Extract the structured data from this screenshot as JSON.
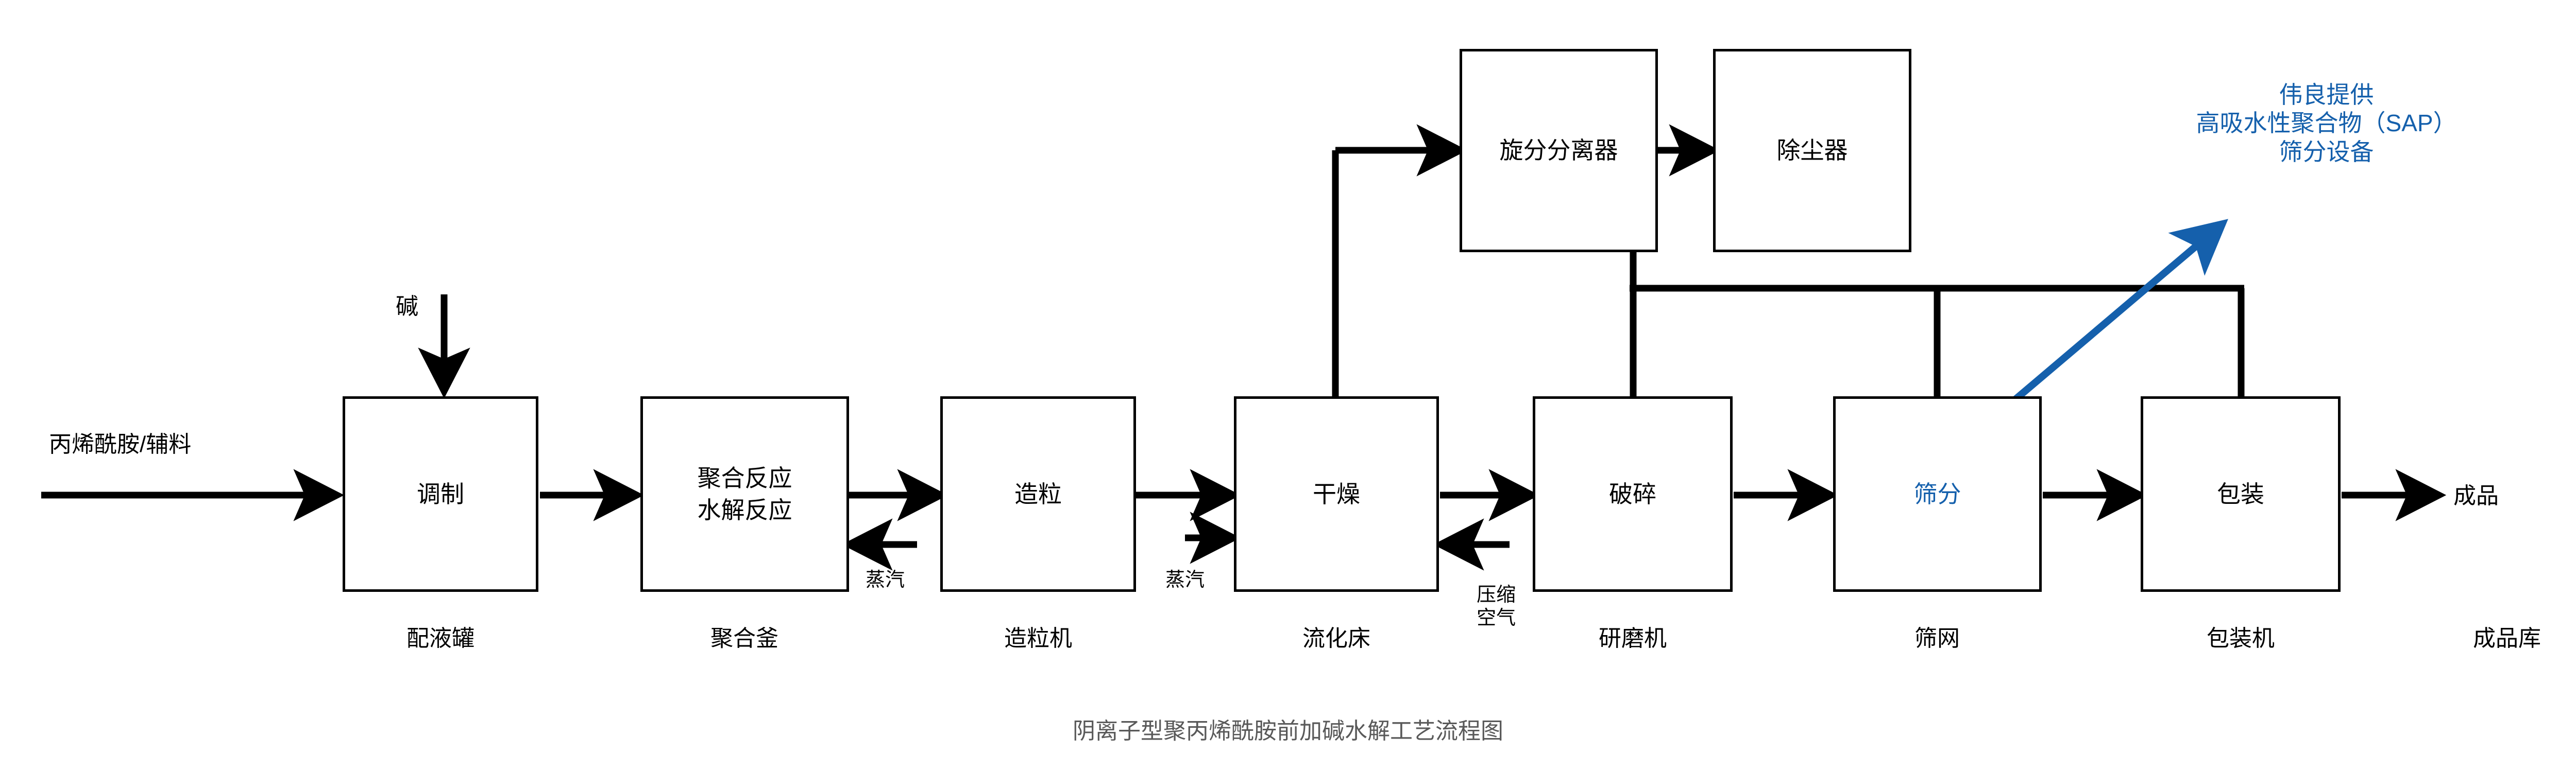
{
  "diagram": {
    "caption": "阴离子型聚丙烯酰胺前加碱水解工艺流程图",
    "colors": {
      "line": "#000000",
      "box_border": "#000000",
      "accent_blue": "#1560ac",
      "caption_gray": "#595959",
      "background": "#ffffff"
    }
  },
  "process_boxes": [
    {
      "id": "tiaozhi",
      "label": "调制",
      "equipment": "配液罐"
    },
    {
      "id": "juhe",
      "label_line1": "聚合反应",
      "label_line2": "水解反应",
      "equipment": "聚合釜"
    },
    {
      "id": "zaoli",
      "label": "造粒",
      "equipment": "造粒机"
    },
    {
      "id": "ganzao",
      "label": "干燥",
      "equipment": "流化床"
    },
    {
      "id": "posui",
      "label": "破碎",
      "equipment": "研磨机"
    },
    {
      "id": "shaifen",
      "label": "筛分",
      "equipment": "筛网"
    },
    {
      "id": "baozhuang",
      "label": "包装",
      "equipment": "包装机"
    }
  ],
  "auxiliary_boxes": [
    {
      "id": "cyclone",
      "label": "旋分分离器"
    },
    {
      "id": "dust",
      "label": "除尘器"
    }
  ],
  "stream_labels": {
    "feed": "丙烯酰胺/辅料",
    "alkali": "碱",
    "steam_1": "蒸汽",
    "steam_2": "蒸汽",
    "compressed_air_line1": "压缩",
    "compressed_air_line2": "空气",
    "product": "成品",
    "warehouse": "成品库"
  },
  "annotation": {
    "line1": "伟良提供",
    "line2": "高吸水性聚合物（SAP）",
    "line3": "筛分设备"
  }
}
